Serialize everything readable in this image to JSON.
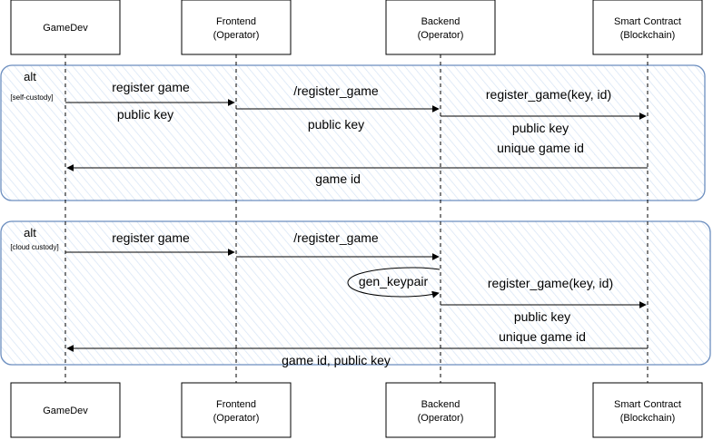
{
  "participants": [
    {
      "id": "gamedev",
      "line1": "GameDev",
      "line2": ""
    },
    {
      "id": "frontend",
      "line1": "Frontend",
      "line2": "(Operator)"
    },
    {
      "id": "backend",
      "line1": "Backend",
      "line2": "(Operator)"
    },
    {
      "id": "contract",
      "line1": "Smart Contract",
      "line2": "(Blockchain)"
    }
  ],
  "fragments": [
    {
      "keyword": "alt",
      "guard": "[self-custody]",
      "messages": [
        {
          "from": "gamedev",
          "to": "frontend",
          "above": "register game",
          "below": "public key"
        },
        {
          "from": "frontend",
          "to": "backend",
          "above": "/register_game",
          "below": "public key"
        },
        {
          "from": "backend",
          "to": "contract",
          "above": "register_game(key, id)",
          "below": "public key",
          "below2": "unique game id"
        },
        {
          "from": "contract",
          "to": "gamedev",
          "above": "",
          "below": "game id"
        }
      ]
    },
    {
      "keyword": "alt",
      "guard": "[cloud custody]",
      "messages": [
        {
          "from": "gamedev",
          "to": "frontend",
          "above": "register game",
          "below": ""
        },
        {
          "from": "frontend",
          "to": "backend",
          "above": "/register_game",
          "below": ""
        },
        {
          "from": "backend",
          "to": "backend",
          "above": "gen_keypair",
          "below": "",
          "self": true
        },
        {
          "from": "backend",
          "to": "contract",
          "above": "register_game(key, id)",
          "below": "public key",
          "below2": "unique game id"
        },
        {
          "from": "contract",
          "to": "gamedev",
          "above": "",
          "below": "game id, public key"
        }
      ]
    }
  ],
  "colors": {
    "fragment_border": "#6c8ebf",
    "hatch": "#dae8fc",
    "line": "#000000"
  }
}
